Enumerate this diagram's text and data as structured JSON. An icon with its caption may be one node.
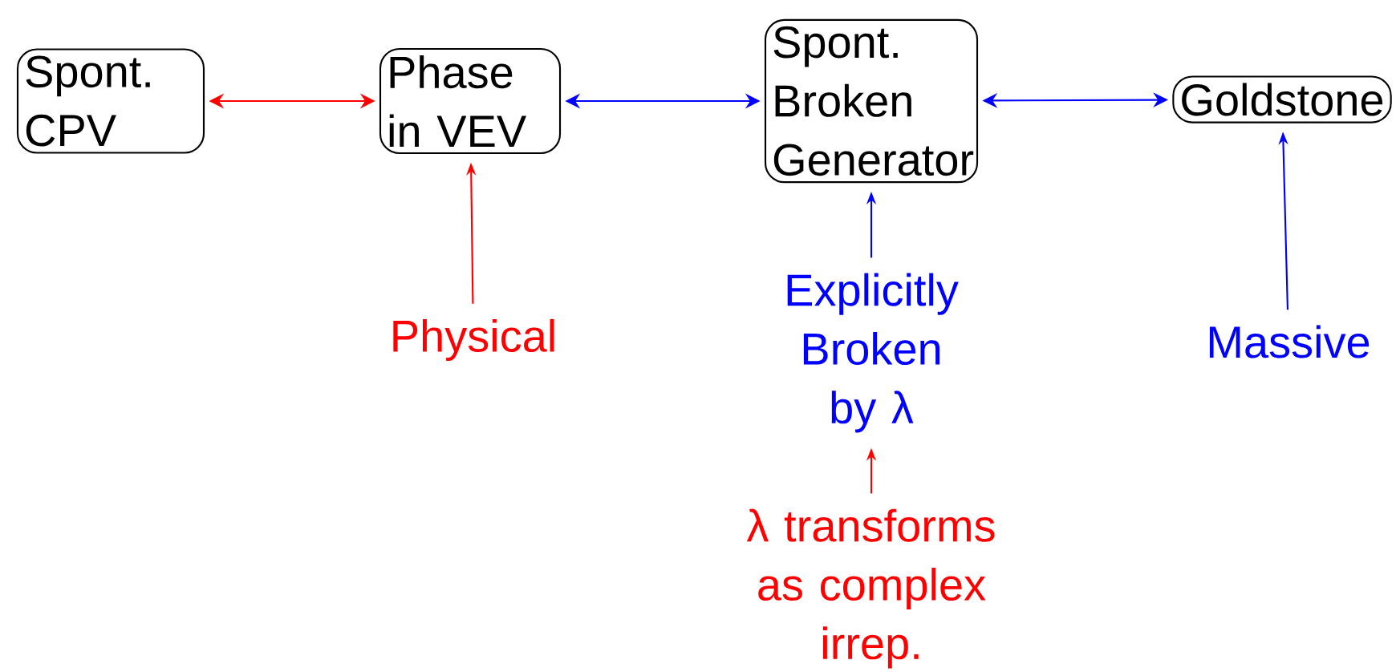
{
  "diagram": {
    "nodes": [
      {
        "text": [
          "Spont. CPV"
        ]
      },
      {
        "text": [
          "Phase in VEV"
        ]
      },
      {
        "text": [
          "Spont. Broken Generator"
        ]
      },
      {
        "text": [
          "Goldstone"
        ]
      },
      {
        "text": [
          "Physical"
        ]
      },
      {
        "text": [
          "Explicitly Broken by λ"
        ]
      },
      {
        "text": [
          "λ transforms as complex irrep."
        ]
      },
      {
        "text": [
          "Massive"
        ]
      }
    ],
    "edges": [
      {
        "from": 0,
        "to": 1,
        "arrow": "both",
        "color": "#ff0000"
      },
      {
        "from": 1,
        "to": 2,
        "arrow": "both"
      },
      {
        "from": 2,
        "to": 3,
        "arrow": "both"
      },
      {
        "from": 4,
        "to": 1,
        "arrow": "to",
        "color": "#ff0000"
      },
      {
        "from": 5,
        "to": 2,
        "arrow": "to"
      },
      {
        "from": 6,
        "to": 5,
        "arrow": "to",
        "color": "#ff0000"
      },
      {
        "from": 7,
        "to": 3,
        "arrow": "to"
      }
    ]
  }
}
